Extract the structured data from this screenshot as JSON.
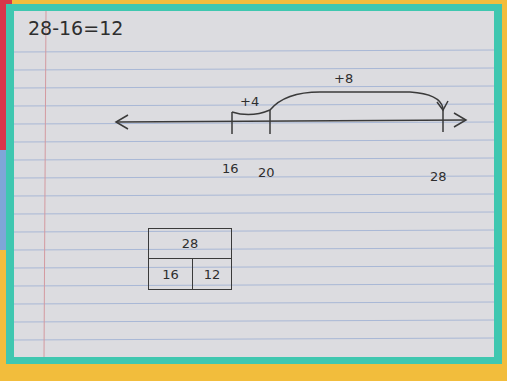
{
  "diagram": {
    "nodes": [
      {
        "text": [
          "28"
        ]
      },
      {
        "text": [
          "16"
        ]
      },
      {
        "text": [
          "12"
        ]
      }
    ],
    "labels": [
      "28-16=12",
      "+4",
      "+8",
      "16",
      "20",
      "28"
    ]
  }
}
